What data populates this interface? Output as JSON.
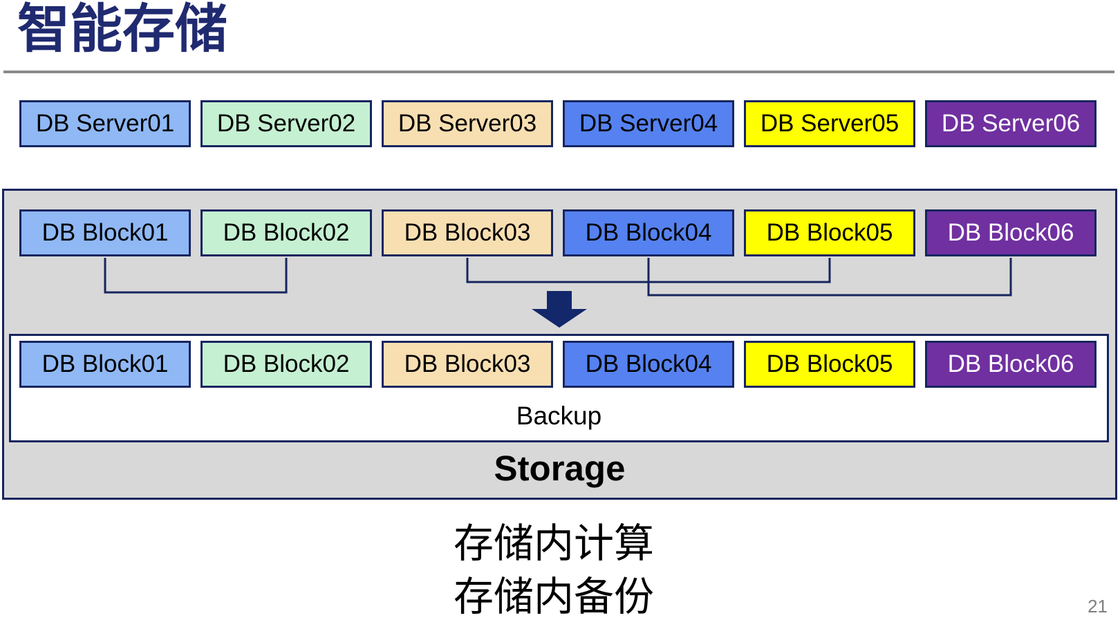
{
  "slide": {
    "title": "智能存储",
    "page_number": "21",
    "caption_lines": [
      "存储内计算",
      "存储内备份"
    ]
  },
  "palette": {
    "title_navy": "#202A70",
    "border_navy": "#17255F",
    "arrow_navy": "#13276B",
    "container_gray": "#D8D8D8",
    "divider_gray": "#8A8A8A",
    "page_number_gray": "#7F7F7F",
    "light_blue": "#8FB8F5",
    "mint_green": "#C5F0D2",
    "tan": "#F8DFB2",
    "royal_blue": "#5582F0",
    "yellow": "#FFFF00",
    "purple": "#7030A0"
  },
  "servers": [
    {
      "label": "DB Server01",
      "bg": "#8FB8F5",
      "fg": "#000000"
    },
    {
      "label": "DB Server02",
      "bg": "#C5F0D2",
      "fg": "#000000"
    },
    {
      "label": "DB Server03",
      "bg": "#F8DFB2",
      "fg": "#000000"
    },
    {
      "label": "DB Server04",
      "bg": "#5582F0",
      "fg": "#000000"
    },
    {
      "label": "DB Server05",
      "bg": "#FFFF00",
      "fg": "#000000"
    },
    {
      "label": "DB Server06",
      "bg": "#7030A0",
      "fg": "#FFFFFF"
    }
  ],
  "storage": {
    "label": "Storage",
    "backup_label": "Backup",
    "blocks_top": [
      {
        "label": "DB Block01",
        "bg": "#8FB8F5",
        "fg": "#000000"
      },
      {
        "label": "DB Block02",
        "bg": "#C5F0D2",
        "fg": "#000000"
      },
      {
        "label": "DB Block03",
        "bg": "#F8DFB2",
        "fg": "#000000"
      },
      {
        "label": "DB Block04",
        "bg": "#5582F0",
        "fg": "#000000"
      },
      {
        "label": "DB Block05",
        "bg": "#FFFF00",
        "fg": "#000000"
      },
      {
        "label": "DB Block06",
        "bg": "#7030A0",
        "fg": "#FFFFFF"
      }
    ],
    "blocks_bottom": [
      {
        "label": "DB Block01",
        "bg": "#8FB8F5",
        "fg": "#000000"
      },
      {
        "label": "DB Block02",
        "bg": "#C5F0D2",
        "fg": "#000000"
      },
      {
        "label": "DB Block03",
        "bg": "#F8DFB2",
        "fg": "#000000"
      },
      {
        "label": "DB Block04",
        "bg": "#5582F0",
        "fg": "#000000"
      },
      {
        "label": "DB Block05",
        "bg": "#FFFF00",
        "fg": "#000000"
      },
      {
        "label": "DB Block06",
        "bg": "#7030A0",
        "fg": "#FFFFFF"
      }
    ]
  }
}
